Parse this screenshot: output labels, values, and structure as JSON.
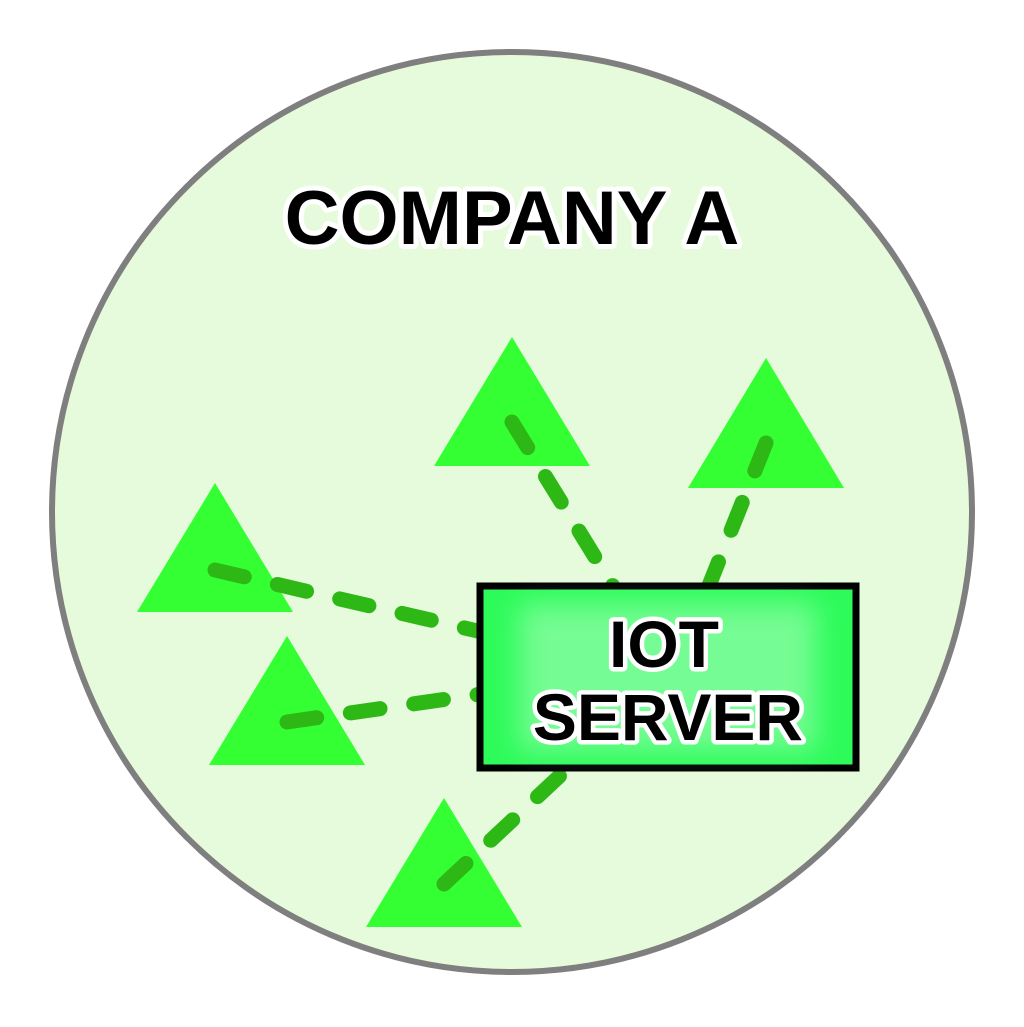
{
  "company": {
    "title": "COMPANY A"
  },
  "server": {
    "label_lines": [
      "IOT",
      "SERVER"
    ]
  },
  "devices": [
    {
      "name": "device-top-center"
    },
    {
      "name": "device-top-right"
    },
    {
      "name": "device-left-upper"
    },
    {
      "name": "device-left-lower"
    },
    {
      "name": "device-bottom"
    }
  ],
  "colors": {
    "company_fill": "#e5fbdc",
    "company_border": "#7f7f7f",
    "device_fill": "#33ff33",
    "link_stroke": "#2db815",
    "server_fill": "#2dfb5a",
    "server_border": "#000000"
  }
}
